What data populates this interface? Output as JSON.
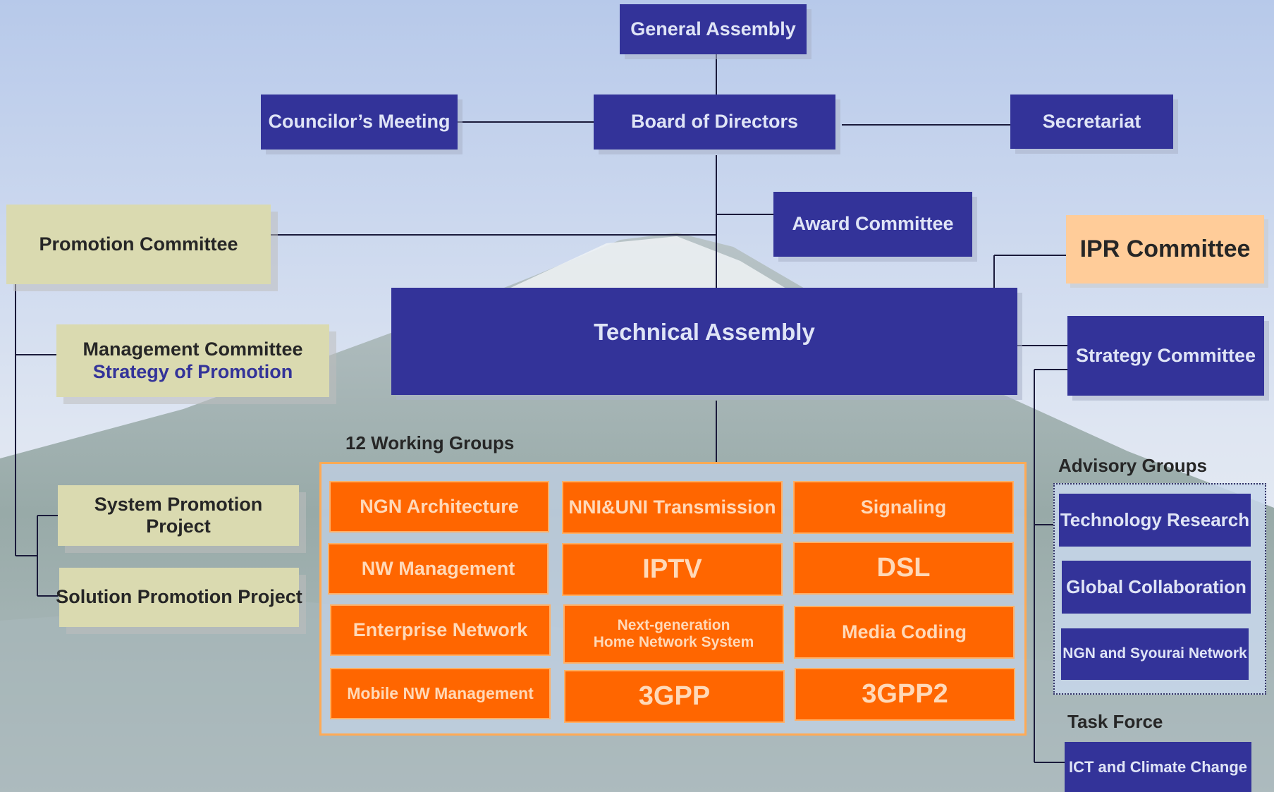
{
  "colors": {
    "navy": "#333399",
    "beige": "#dadab0",
    "orange": "#ff6600",
    "peach": "#ffcc99",
    "sky_top": "#b7c9ea",
    "mountain": "#8ea2a0"
  },
  "top": {
    "general_assembly": "General Assembly",
    "councilors_meeting": "Councilor’s Meeting",
    "board_of_directors": "Board of Directors",
    "secretariat": "Secretariat",
    "award_committee": "Award Committee",
    "ipr_committee": "IPR Committee",
    "technical_assembly": "Technical Assembly",
    "strategy_committee": "Strategy Committee"
  },
  "promotion": {
    "promotion_committee": "Promotion Committee",
    "management_committee": "Management Committee",
    "strategy_of_promotion": "Strategy of Promotion",
    "system_promotion_line1": "System Promotion",
    "system_promotion_line2": "Project",
    "solution_promotion": "Solution Promotion Project"
  },
  "working_groups": {
    "heading": "12 Working Groups",
    "items": [
      "NGN Architecture",
      "NNI&UNI Transmission",
      "Signaling",
      "NW Management",
      "IPTV",
      "DSL",
      "Enterprise Network",
      [
        "Next-generation",
        "Home Network System"
      ],
      "Media Coding",
      "Mobile NW Management",
      "3GPP",
      "3GPP2"
    ]
  },
  "advisory": {
    "heading": "Advisory Groups",
    "items": [
      "Technology Research",
      "Global Collaboration",
      "NGN and Syourai Network"
    ]
  },
  "task_force": {
    "heading": "Task Force",
    "items": [
      "ICT and Climate Change"
    ]
  }
}
